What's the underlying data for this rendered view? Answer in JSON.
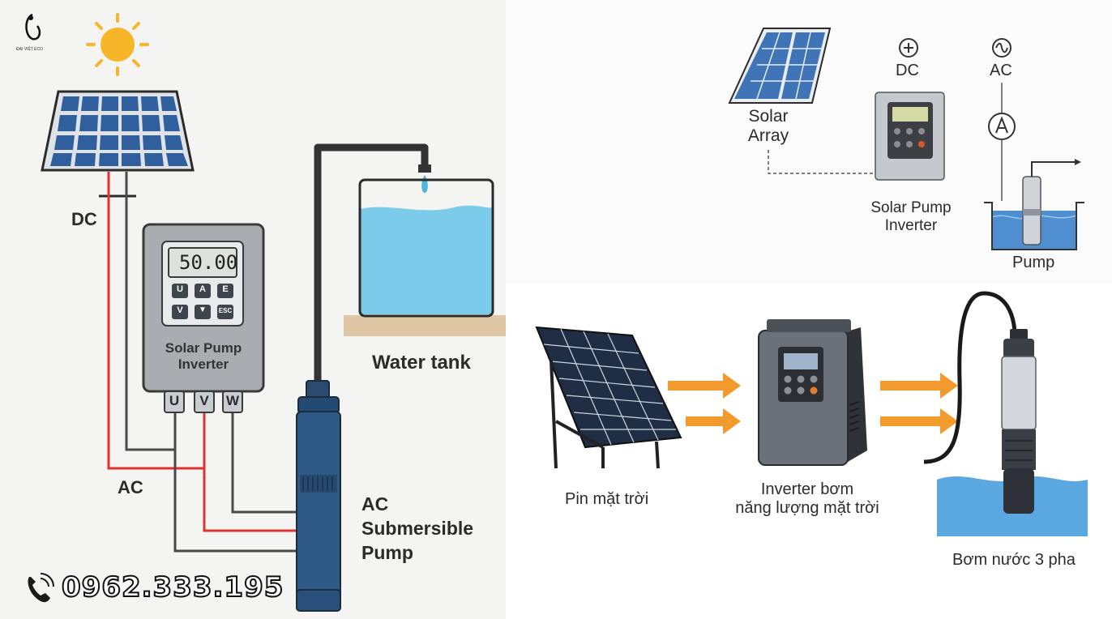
{
  "logo": {
    "text": "ĐẠI VIỆT ECO"
  },
  "left": {
    "dc_label": "DC",
    "ac_label": "AC",
    "inverter_display": "50.00",
    "inverter_keys": [
      "U",
      "A",
      "E",
      "V",
      "▼",
      "ESC"
    ],
    "inverter_label_line1": "Solar Pump",
    "inverter_label_line2": "Inverter",
    "terminals": [
      "U",
      "V",
      "W"
    ],
    "tank_label": "Water tank",
    "pump_label_line1": "AC",
    "pump_label_line2": "Submersible",
    "pump_label_line3": "Pump",
    "phone": "0962.333.195"
  },
  "right_top": {
    "solar_label_line1": "Solar",
    "solar_label_line2": "Array",
    "dc_label": "DC",
    "ac_label": "AC",
    "inverter_label_line1": "Solar Pump",
    "inverter_label_line2": "Inverter",
    "pump_label": "Pump"
  },
  "right_bottom": {
    "panel_label": "Pin mặt trời",
    "inverter_label_line1": "Inverter bơm",
    "inverter_label_line2": "năng lượng mặt trời",
    "pump_label": "Bơm nước 3 pha"
  },
  "colors": {
    "panel_blue": "#2f5f9c",
    "wire_red": "#e0322f",
    "wire_dark": "#4a4a4a",
    "arrow_orange": "#f39a2e",
    "water_blue": "#7ccbea",
    "sun_yellow": "#f7b62a"
  }
}
